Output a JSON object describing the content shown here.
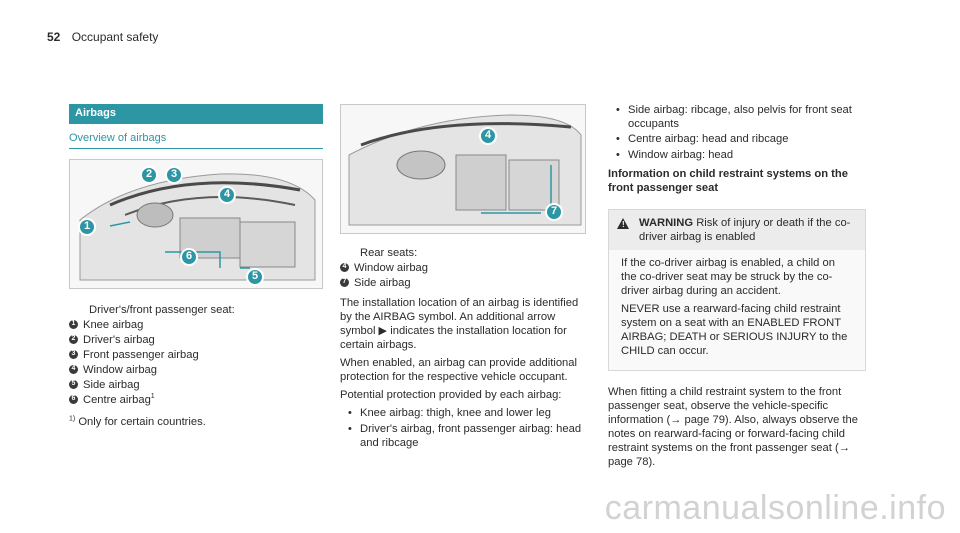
{
  "header": {
    "page_number": "52",
    "section": "Occupant safety"
  },
  "left": {
    "banner": "Airbags",
    "subheading": "Overview of airbags",
    "intro": "Driver's/front passenger seat:",
    "items": [
      {
        "num": "1",
        "label": "Knee airbag"
      },
      {
        "num": "2",
        "label": "Driver's airbag"
      },
      {
        "num": "3",
        "label": "Front passenger airbag"
      },
      {
        "num": "4",
        "label": "Window airbag"
      },
      {
        "num": "5",
        "label": "Side airbag"
      },
      {
        "num": "6",
        "label": "Centre airbag"
      }
    ],
    "centre_sup": "1",
    "footnote_mark": "1)",
    "footnote": "Only for certain countries.",
    "figure_callouts": [
      "1",
      "2",
      "3",
      "4",
      "5",
      "6"
    ]
  },
  "middle": {
    "figure_callouts": [
      "4",
      "7"
    ],
    "intro": "Rear seats:",
    "items": [
      {
        "num": "4",
        "label": "Window airbag"
      },
      {
        "num": "7",
        "label": "Side airbag"
      }
    ],
    "para1": "The installation location of an airbag is identified by the AIRBAG symbol. An additional arrow symbol ▶ indicates the installation location for certain airbags.",
    "para2": "When enabled, an airbag can provide additional protection for the respective vehicle occupant.",
    "para3": "Potential protection provided by each airbag:",
    "bullets": [
      "Knee airbag: thigh, knee and lower leg",
      "Driver's airbag, front passenger airbag: head and ribcage"
    ]
  },
  "right": {
    "bullets": [
      "Side airbag: ribcage, also pelvis for front seat occupants",
      "Centre airbag: head and ribcage",
      "Window airbag: head"
    ],
    "heading": "Information on child restraint systems on the front passenger seat",
    "warning_label": "WARNING",
    "warning_head": "Risk of injury or death if the co-driver airbag is enabled",
    "warning_p1": "If the co-driver airbag is enabled, a child on the co-driver seat may be struck by the co-driver airbag during an accident.",
    "warning_p2": "NEVER use a rearward-facing child restraint system on a seat with an ENABLED FRONT AIRBAG; DEATH or SERIOUS INJURY to the CHILD can occur.",
    "para": "When fitting a child restraint system to the front passenger seat, observe the vehicle-specific information (→ page 79). Also, always observe the notes on rearward-facing or forward-facing child restraint systems on the front passenger seat (→ page 78)."
  },
  "watermark": "carmanualsonline.info",
  "colors": {
    "accent": "#2d96a4",
    "text": "#2b2b2b"
  }
}
